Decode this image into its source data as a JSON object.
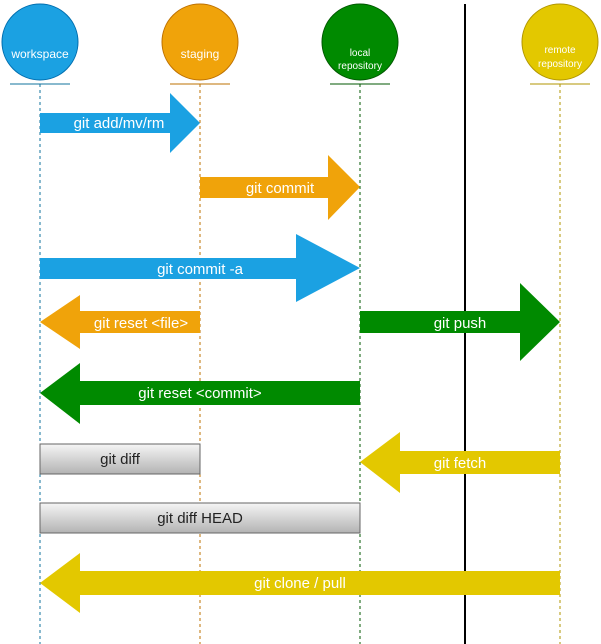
{
  "colors": {
    "blue": "#1ba1e2",
    "orange": "#f0a30a",
    "green": "#008a00",
    "yellow": "#e3c800",
    "lifeline_blue": "#10739e",
    "lifeline_orange": "#bd7000",
    "lifeline_green": "#005700",
    "lifeline_yellow": "#b09500",
    "gray_box_top": "#f5f5f5",
    "gray_box_bottom": "#b3b3b3",
    "separator": "#000000"
  },
  "participants": {
    "workspace": {
      "label": "workspace",
      "lines": [
        "workspace"
      ]
    },
    "staging": {
      "label": "staging",
      "lines": [
        "staging"
      ]
    },
    "local": {
      "label": "local repository",
      "lines": [
        "local",
        "repository"
      ]
    },
    "remote": {
      "label": "remote repository",
      "lines": [
        "remote",
        "repository"
      ]
    }
  },
  "commands": {
    "add": {
      "label": "git add/mv/rm",
      "from": "workspace",
      "to": "staging"
    },
    "commit": {
      "label": "git commit",
      "from": "staging",
      "to": "local"
    },
    "commit_a": {
      "label": "git commit -a",
      "from": "workspace",
      "to": "local"
    },
    "reset_file": {
      "label": "git reset  <file>",
      "from": "staging",
      "to": "workspace"
    },
    "push": {
      "label": "git push",
      "from": "local",
      "to": "remote"
    },
    "reset_commit": {
      "label": "git reset  <commit>",
      "from": "local",
      "to": "workspace"
    },
    "diff": {
      "label": "git diff",
      "from": "workspace",
      "to": "staging"
    },
    "fetch": {
      "label": "git fetch",
      "from": "remote",
      "to": "local"
    },
    "diff_head": {
      "label": "git diff HEAD",
      "from": "workspace",
      "to": "local"
    },
    "clone_pull": {
      "label": "git clone / pull",
      "from": "remote",
      "to": "workspace"
    }
  }
}
